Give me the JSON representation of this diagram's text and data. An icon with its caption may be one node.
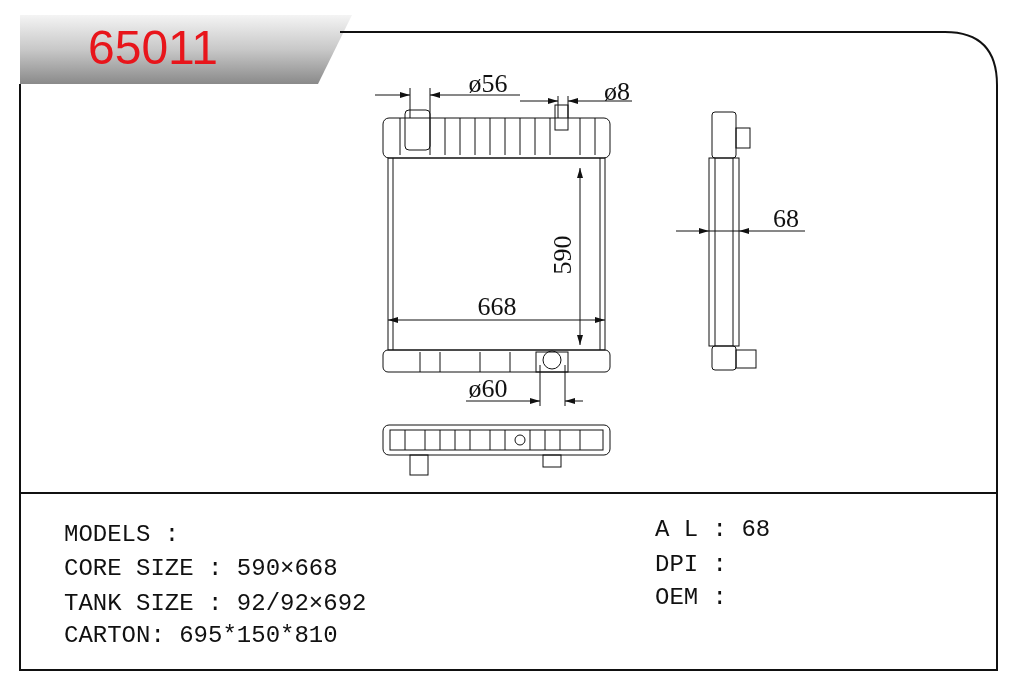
{
  "diagram": {
    "title": "65011",
    "labels": [
      "ø56",
      "ø8",
      "590",
      "668",
      "68",
      "ø60",
      "MODELS :",
      "CORE SIZE : 590×668",
      "TANK SIZE : 92/92×692",
      "CARTON: 695*150*810",
      "A L : 68",
      "DPI :",
      "OEM :"
    ]
  }
}
